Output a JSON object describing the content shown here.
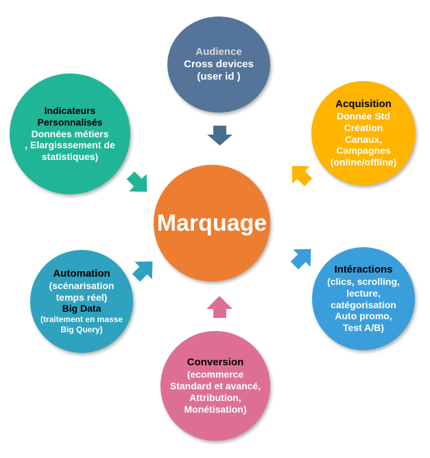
{
  "center": {
    "label": "Marquage",
    "color": "#ED7D31"
  },
  "nodes": {
    "audience": {
      "color": "#547499",
      "lines": [
        "Audience",
        "Cross devices",
        "(user id )"
      ]
    },
    "acquisition": {
      "color": "#FFB400",
      "lines": [
        "Acquisition",
        "Donnée Std",
        "Création",
        "Canaux,",
        "Campagnes",
        "(online/offline)"
      ]
    },
    "interactions": {
      "color": "#3A9EDB",
      "lines": [
        "Intéractions",
        "(clics, scrolling,",
        "lecture,",
        "catégorisation",
        "Auto promo,",
        "Test A/B)"
      ]
    },
    "conversion": {
      "color": "#DE6F94",
      "lines": [
        "Conversion",
        "(ecommerce",
        "Standard et avancé,",
        "Attribution,",
        "Monétisation)"
      ]
    },
    "automation": {
      "color": "#2FA2BF",
      "lines": [
        "Automation",
        "(scénarisation",
        "temps réel)",
        "Big Data",
        "(traitement en masse",
        "Big Query)"
      ]
    },
    "indicateurs": {
      "color": "#20B596",
      "lines": [
        "Indicateurs",
        "Personnalisés",
        "Données métiers",
        ", Elargisssement de",
        "statistiques)"
      ]
    }
  },
  "arrow_colors": {
    "audience": "#4A6E92",
    "acquisition": "#FFB400",
    "interactions": "#3A9EDB",
    "conversion": "#DE6F94",
    "automation": "#2FA2BF",
    "indicateurs": "#20B596"
  }
}
